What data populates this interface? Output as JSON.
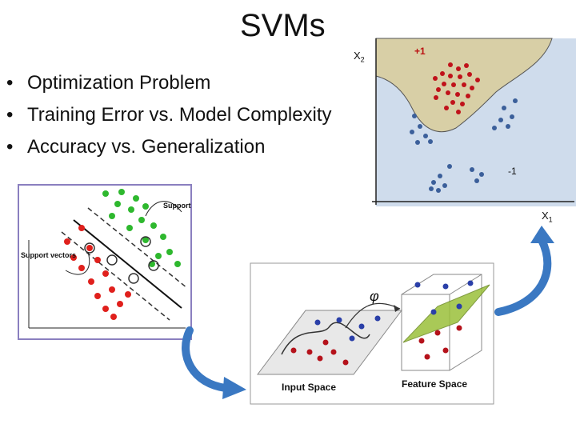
{
  "slide": {
    "title": "SVMs",
    "bullets": [
      "Optimization Problem",
      "Training Error vs. Model Complexity",
      "Accuracy vs. Generalization"
    ]
  },
  "boundary_plot": {
    "x_axis_label": "X",
    "x_axis_sub": "1",
    "y_axis_label": "X",
    "y_axis_sub": "2",
    "positive_label": "+1",
    "negative_label": "-1",
    "colors": {
      "region_positive": "#d8cfa6",
      "region_negative": "#cfdcec",
      "positive_points": "#c0121a",
      "negative_points": "#3b5f9a"
    }
  },
  "margin_diagram": {
    "support_vectors_right": "Support vectors",
    "support_vectors_left": "Support vectors",
    "colors": {
      "positive": "#e0201c",
      "negative": "#2eb82e",
      "frame": "#8a7fbf"
    }
  },
  "kernel_diagram": {
    "phi_symbol": "φ",
    "input_space_label": "Input Space",
    "feature_space_label": "Feature Space",
    "colors": {
      "red_points": "#b5121b",
      "blue_points": "#2a3fa8",
      "plane": "#9bc03a"
    }
  },
  "arrows": {
    "color": "#3a78c2",
    "names": [
      "arrow-down-left",
      "arrow-up-right"
    ]
  }
}
